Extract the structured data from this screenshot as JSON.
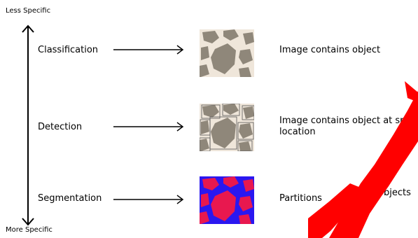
{
  "axis": {
    "top_label": "Less Specific",
    "bottom_label": "More Specific"
  },
  "rows": [
    {
      "label": "Classification",
      "description_line1": "Image contains object",
      "description_line2": ""
    },
    {
      "label": "Detection",
      "description_line1": "Image contains object at sp",
      "description_line2": "location"
    },
    {
      "label": "Segmentation",
      "description_line1": "Partitions",
      "description_line2": ""
    }
  ],
  "segmentation_tail": "bjects",
  "colors": {
    "background_beige": "#efe6da",
    "blob_gray": "#8f877a",
    "seg_background": "#2a17f0",
    "seg_blob": "#e8184f",
    "overlay_stroke": "#ff0000"
  },
  "icons": {
    "axis_arrow": "double-headed-vertical-arrow",
    "row_arrow": "right-arrow"
  }
}
